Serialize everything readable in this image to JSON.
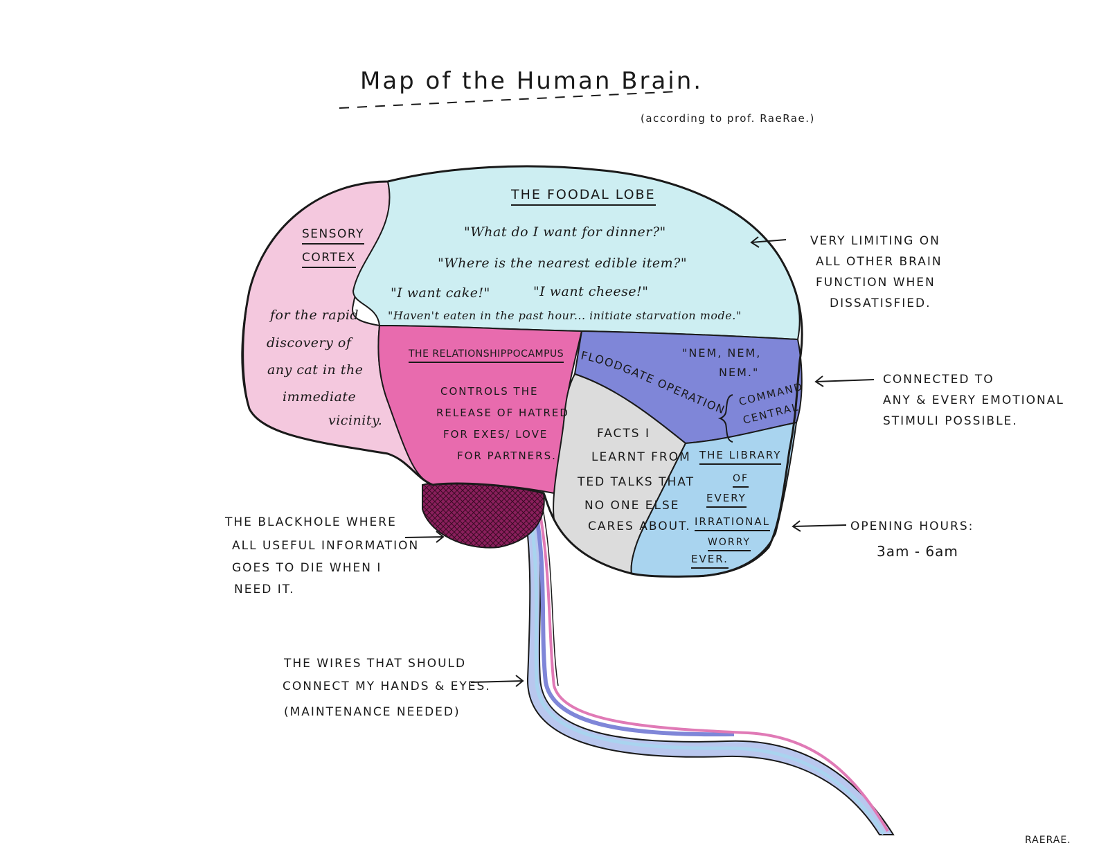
{
  "title": "Map of the Human Brain.",
  "subtitle": "(according to prof. RaeRae.)",
  "signature": "RAERAE.",
  "colors": {
    "sensory": "#f4c8de",
    "foodal": "#cdeef2",
    "relation": "#e86bae",
    "floodgate": "#7f86d8",
    "facts": "#dcdcdc",
    "library": "#a9d4ef",
    "blackhole": "#8a1f5c",
    "ink": "#1a1a1a"
  },
  "regions": {
    "foodal": {
      "label": "THE FOODAL LOBE",
      "quotes": [
        "\"What do I want for dinner?\"",
        "\"Where is the nearest edible item?\"",
        "\"I want cake!\"",
        "\"I want cheese!\"",
        "\"Haven't eaten in the past hour... initiate starvation mode.\""
      ]
    },
    "sensory": {
      "label_line1": "SENSORY",
      "label_line2": "CORTEX",
      "text": [
        "for the rapid",
        "discovery of",
        "any cat in the",
        "immediate",
        "vicinity."
      ]
    },
    "relationship": {
      "label": "THE RELATIONSHIPPOCAMPUS",
      "text": [
        "CONTROLS THE",
        "RELEASE OF HATRED",
        "FOR EXES/ LOVE",
        "FOR PARTNERS."
      ]
    },
    "floodgate": {
      "label": "FLOODGATE OPERATIONS",
      "sub_line1": "COMMAND",
      "sub_line2": "CENTRAL",
      "quote_line1": "\"NEM, NEM,",
      "quote_line2": "NEM.\""
    },
    "facts": {
      "text": [
        "FACTS I",
        "LEARNT FROM",
        "TED TALKS THAT",
        "NO ONE ELSE",
        "CARES ABOUT."
      ]
    },
    "library": {
      "text": [
        "THE LIBRARY",
        "OF",
        "EVERY",
        "IRRATIONAL",
        "WORRY",
        "EVER."
      ]
    }
  },
  "annotations": {
    "limiting": [
      "VERY LIMITING ON",
      "ALL OTHER BRAIN",
      "FUNCTION WHEN",
      "DISSATISFIED."
    ],
    "emotional": [
      "CONNECTED TO",
      "ANY & EVERY EMOTIONAL",
      "STIMULI POSSIBLE."
    ],
    "hours": [
      "OPENING HOURS:",
      "3am - 6am"
    ],
    "blackhole": [
      "THE BLACKHOLE WHERE",
      "ALL USEFUL INFORMATION",
      "GOES TO DIE WHEN I",
      "NEED IT."
    ],
    "wires": [
      "THE WIRES THAT SHOULD",
      "CONNECT MY HANDS & EYES.",
      "(MAINTENANCE NEEDED)"
    ]
  }
}
